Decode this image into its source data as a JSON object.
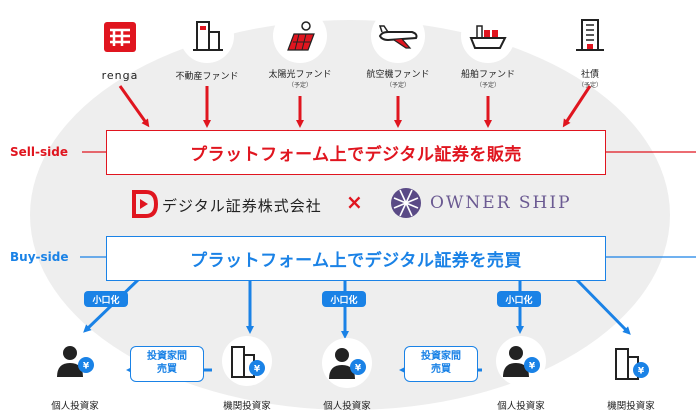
{
  "sources": [
    {
      "label": "renga",
      "sub": "",
      "icon": "renga-logo-icon"
    },
    {
      "label": "不動産ファンド",
      "sub": "",
      "icon": "building-icon"
    },
    {
      "label": "太陽光ファンド",
      "sub": "（予定）",
      "icon": "solar-panel-icon"
    },
    {
      "label": "航空機ファンド",
      "sub": "（予定）",
      "icon": "airplane-icon"
    },
    {
      "label": "船舶ファンド",
      "sub": "（予定）",
      "icon": "ship-icon"
    },
    {
      "label": "社債",
      "sub": "（予定）",
      "icon": "office-tower-icon"
    }
  ],
  "sell_side": {
    "label": "Sell-side",
    "bar_text": "プラットフォーム上でデジタル証券を販売"
  },
  "partners": {
    "left": "デジタル証券株式会社",
    "cross": "×",
    "right": "OWNER SHIP"
  },
  "buy_side": {
    "label": "Buy-side",
    "bar_text": "プラットフォーム上でデジタル証券を売買"
  },
  "fractional_label": "小口化",
  "trade_label_1": "投資家間",
  "trade_label_2": "売買",
  "investors": [
    {
      "label": "個人投資家",
      "type": "individual"
    },
    {
      "label": "機関投資家",
      "type": "institution"
    },
    {
      "label": "個人投資家",
      "type": "individual"
    },
    {
      "label": "個人投資家",
      "type": "individual"
    },
    {
      "label": "機関投資家",
      "type": "institution"
    }
  ],
  "colors": {
    "red": "#e0151f",
    "blue": "#1a82e6",
    "background": "#eeeeee"
  }
}
